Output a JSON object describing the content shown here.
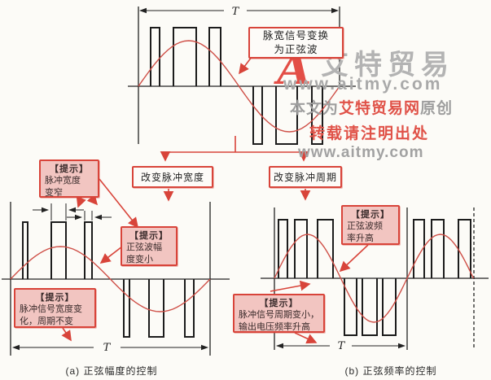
{
  "top": {
    "t_label": "T",
    "callout": {
      "l1": "脉宽信号变换",
      "l2": "为正弦波"
    }
  },
  "flow": {
    "left_box": "改变脉冲宽度",
    "right_box": "改变脉冲周期"
  },
  "a": {
    "t_label": "T",
    "caption": "(a) 正弦幅度的控制",
    "callout_width": {
      "tag": "【提示】",
      "l1": "脉冲宽度",
      "l2": "变窄"
    },
    "callout_amp": {
      "tag": "【提示】",
      "l1": "正弦波幅",
      "l2": "度变小"
    },
    "callout_sig": {
      "tag": "【提示】",
      "l1": "脉冲信号宽度变",
      "l2": "化，周期不变"
    }
  },
  "b": {
    "t_label": "T",
    "caption": "(b) 正弦频率的控制",
    "callout_freq": {
      "tag": "【提示】",
      "l1": "正弦波频",
      "l2": "率升高"
    },
    "callout_per": {
      "tag": "【提示】",
      "l1": "脉冲信号周期变小，",
      "l2": "输出电压频率升高"
    }
  },
  "watermark": {
    "logo_letter": "A",
    "brand": "艾特贸易",
    "url_large": "www.aitmy.com",
    "origin_prefix": "本文为",
    "origin_brand": "艾特贸易网",
    "origin_suffix": "原创",
    "notice": "转载请注明出处",
    "url_small": "www.aitmy.com"
  },
  "colors": {
    "accent_red": "#d8443a",
    "sine_red": "#cf5048",
    "callout_pink": "#f2c5c1",
    "line_black": "#222222",
    "watermark_gray": "#aaaaaa",
    "watermark_red": "#e05248"
  }
}
